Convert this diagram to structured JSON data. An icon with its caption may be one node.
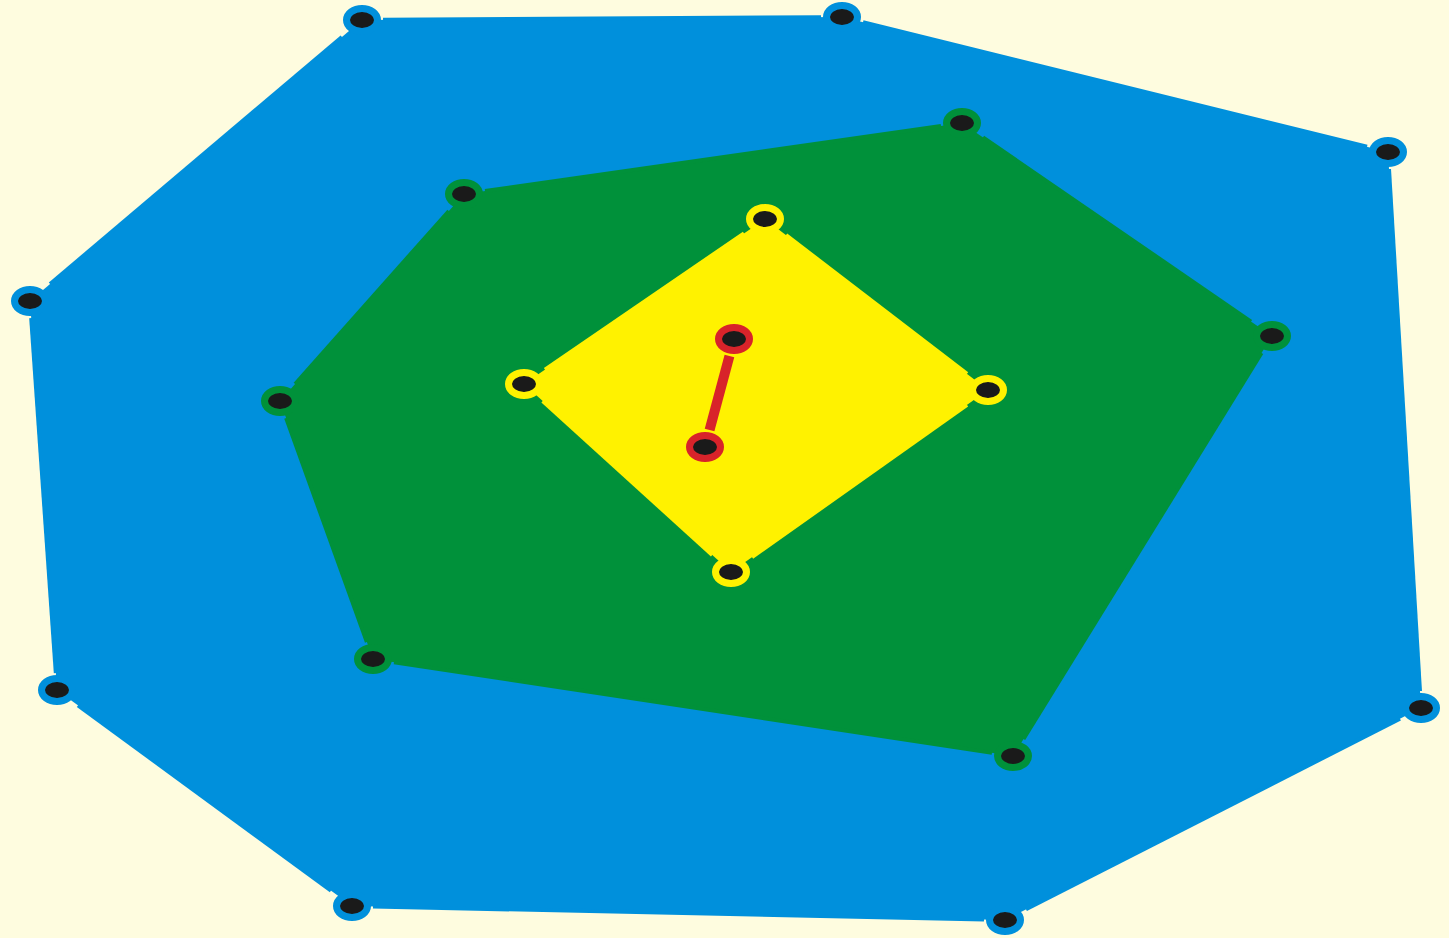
{
  "diagram": {
    "nodes": [
      {
        "text": [],
        "shape": "circle"
      },
      {
        "text": [],
        "shape": "circle"
      },
      {
        "text": [],
        "shape": "circle"
      },
      {
        "text": [],
        "shape": "circle"
      },
      {
        "text": [],
        "shape": "circle"
      },
      {
        "text": [],
        "shape": "circle"
      },
      {
        "text": [],
        "shape": "circle"
      },
      {
        "text": [],
        "shape": "circle"
      },
      {
        "text": [],
        "shape": "circle"
      },
      {
        "text": [],
        "shape": "circle"
      },
      {
        "text": [],
        "shape": "circle"
      },
      {
        "text": [],
        "shape": "circle"
      },
      {
        "text": [],
        "shape": "circle"
      },
      {
        "text": [],
        "shape": "circle"
      },
      {
        "text": [],
        "shape": "circle"
      },
      {
        "text": [],
        "shape": "circle"
      },
      {
        "text": [],
        "shape": "circle"
      },
      {
        "text": [],
        "shape": "circle"
      },
      {
        "text": [],
        "shape": "circle"
      },
      {
        "text": [],
        "shape": "circle"
      }
    ],
    "edges": [
      {
        "from": 0,
        "to": 1,
        "arrow": "none"
      },
      {
        "from": 1,
        "to": 2,
        "arrow": "none"
      },
      {
        "from": 2,
        "to": 3,
        "arrow": "none"
      },
      {
        "from": 3,
        "to": 4,
        "arrow": "none"
      },
      {
        "from": 4,
        "to": 5,
        "arrow": "none"
      },
      {
        "from": 5,
        "to": 6,
        "arrow": "none"
      },
      {
        "from": 6,
        "to": 7,
        "arrow": "none"
      },
      {
        "from": 7,
        "to": 0,
        "arrow": "none"
      },
      {
        "from": 8,
        "to": 9,
        "arrow": "none",
        "color": "#00913a"
      },
      {
        "from": 9,
        "to": 10,
        "arrow": "none",
        "color": "#00913a"
      },
      {
        "from": 10,
        "to": 11,
        "arrow": "none",
        "color": "#00913a"
      },
      {
        "from": 11,
        "to": 12,
        "arrow": "none",
        "color": "#00913a"
      },
      {
        "from": 12,
        "to": 13,
        "arrow": "none",
        "color": "#00913a"
      },
      {
        "from": 13,
        "to": 8,
        "arrow": "none",
        "color": "#00913a"
      },
      {
        "from": 14,
        "to": 15,
        "arrow": "none",
        "color": "#fff200"
      },
      {
        "from": 15,
        "to": 16,
        "arrow": "none",
        "color": "#fff200"
      },
      {
        "from": 16,
        "to": 17,
        "arrow": "none",
        "color": "#fff200"
      },
      {
        "from": 17,
        "to": 14,
        "arrow": "none",
        "color": "#fff200"
      },
      {
        "from": 18,
        "to": 19,
        "arrow": "none",
        "style": "thick",
        "color": "#d8232a"
      }
    ]
  }
}
